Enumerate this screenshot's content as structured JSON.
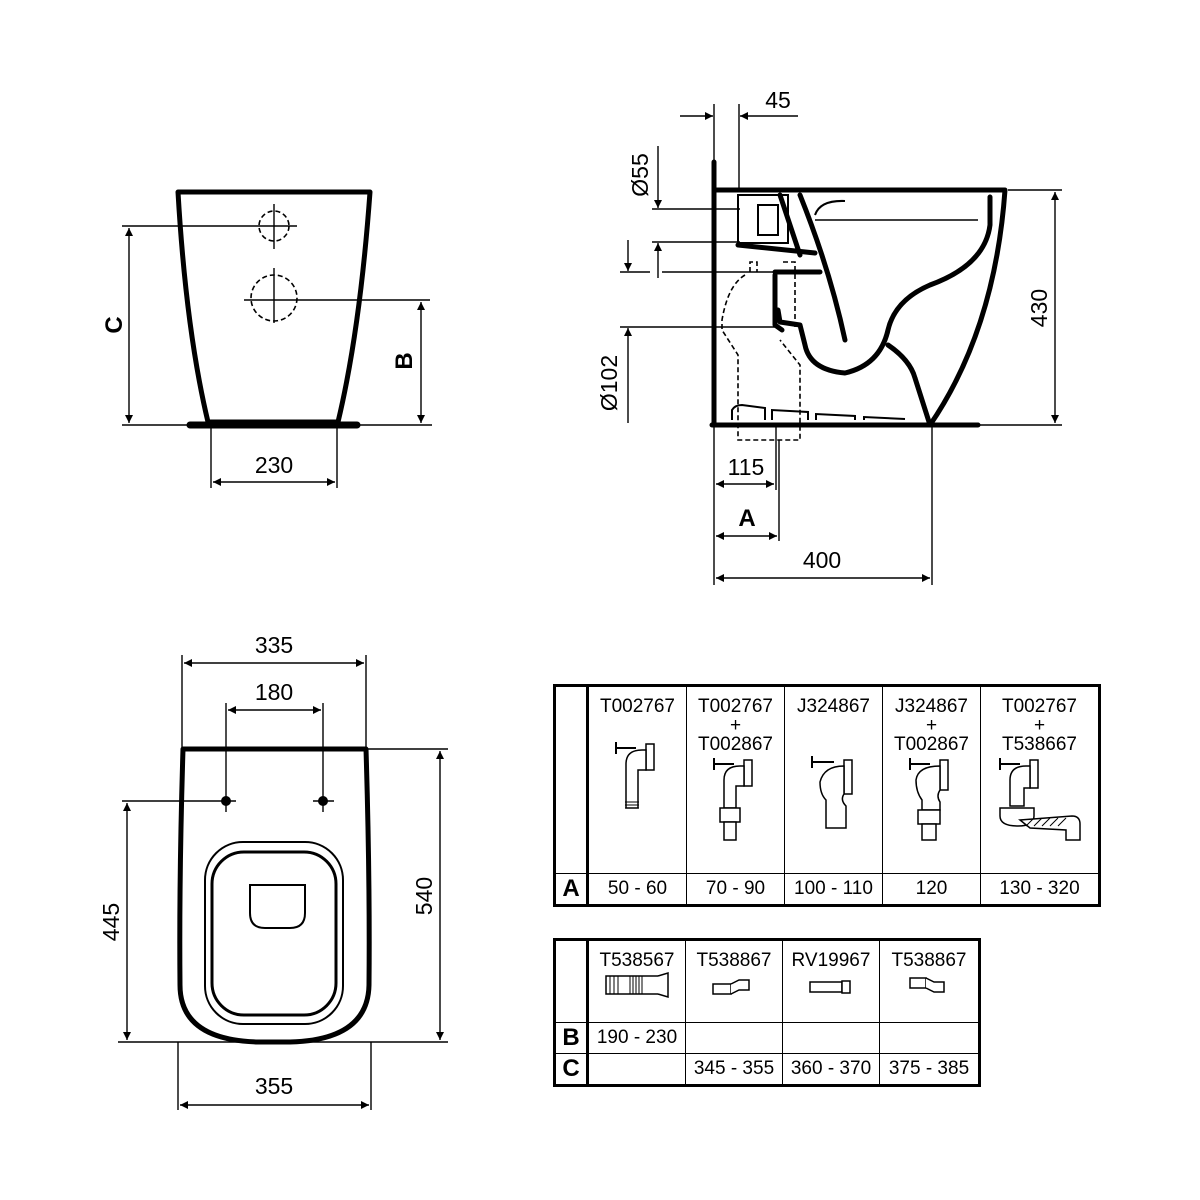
{
  "front_view": {
    "labels": {
      "c": "C",
      "b": "B"
    },
    "dimensions": {
      "width_base": "230"
    }
  },
  "side_view": {
    "dimensions": {
      "offset_top": "45",
      "inlet_diameter": "Ø55",
      "outlet_diameter": "Ø102",
      "height": "430",
      "outlet_offset": "115",
      "length": "400"
    },
    "labels": {
      "a": "A"
    }
  },
  "top_view": {
    "dimensions": {
      "rear_width": "335",
      "fixing_spacing": "180",
      "fixing_to_front": "445",
      "length": "540",
      "front_width": "355"
    }
  },
  "table_a": {
    "row_label": "A",
    "columns": [
      {
        "code": "T002767",
        "range": "50 - 60",
        "icon": "pan-connector-short"
      },
      {
        "code": "T002767\n+\nT002867",
        "range": "70 - 90",
        "icon": "pan-connector-extended"
      },
      {
        "code": "J324867",
        "range": "100 - 110",
        "icon": "pan-connector-offset"
      },
      {
        "code": "J324867\n+\nT002867",
        "range": "120",
        "icon": "pan-connector-offset-extended"
      },
      {
        "code": "T002767\n+\nT538667",
        "range": "130 - 320",
        "icon": "pan-connector-flexible"
      }
    ]
  },
  "table_bc": {
    "row_labels": [
      "B",
      "C"
    ],
    "columns": [
      {
        "code": "T538567",
        "b": "190 - 230",
        "c": "",
        "icon": "flexible-connector"
      },
      {
        "code": "T538867",
        "b": "",
        "c": "345 - 355",
        "icon": "offset-connector"
      },
      {
        "code": "RV19967",
        "b": "",
        "c": "360 - 370",
        "icon": "straight-connector"
      },
      {
        "code": "T538867",
        "b": "",
        "c": "375 - 385",
        "icon": "offset-connector"
      }
    ]
  }
}
